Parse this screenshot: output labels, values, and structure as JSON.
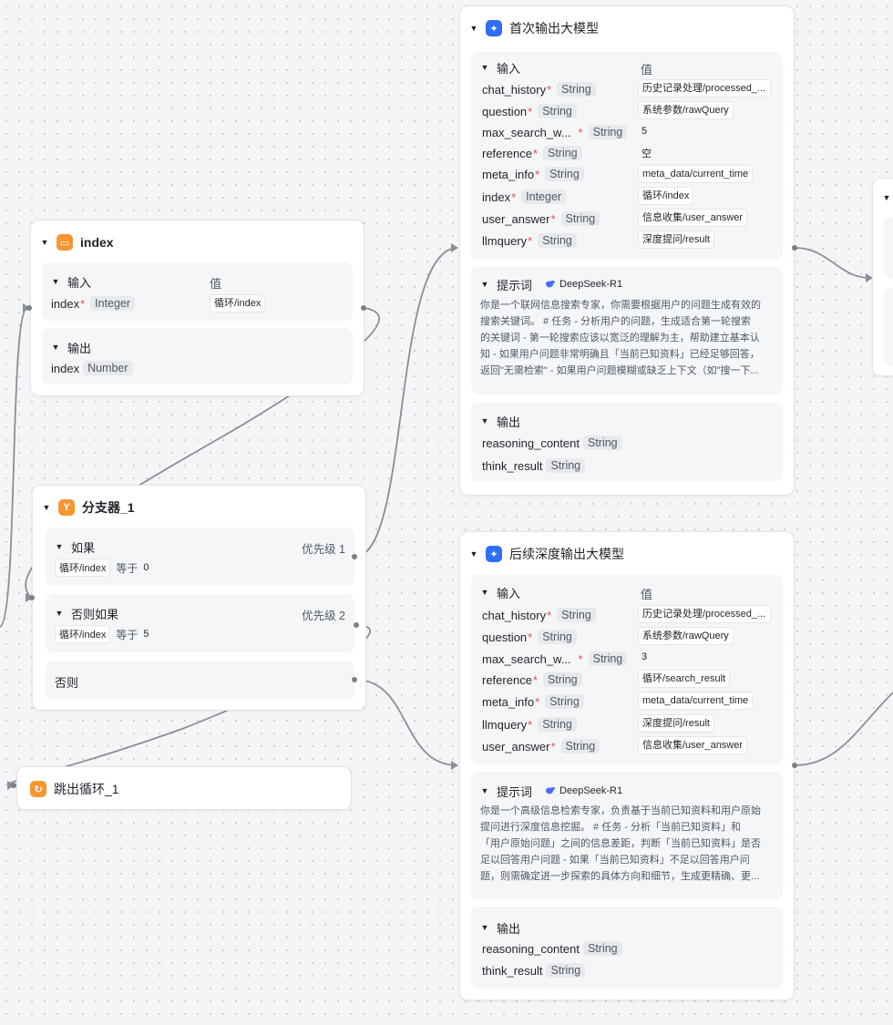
{
  "nodes": {
    "index": {
      "title": "index",
      "input": {
        "label": "输入",
        "value_header": "值",
        "params": [
          {
            "name": "index",
            "type": "Integer",
            "value": "循环/index"
          }
        ]
      },
      "output": {
        "label": "输出",
        "params": [
          {
            "name": "index",
            "type": "Number"
          }
        ]
      }
    },
    "branch": {
      "title": "分支器_1",
      "if": {
        "label": "如果",
        "priority": "优先级 1",
        "var": "循环/index",
        "op": "等于",
        "value": "0"
      },
      "elif": {
        "label": "否则如果",
        "priority": "优先级 2",
        "var": "循环/index",
        "op": "等于",
        "value": "5"
      },
      "else": {
        "label": "否则"
      }
    },
    "break_loop": {
      "title": "跳出循环_1"
    },
    "llm1": {
      "title": "首次输出大模型",
      "input": {
        "label": "输入",
        "value_header": "值",
        "params": [
          {
            "name": "chat_history",
            "type": "String",
            "value": "历史记录处理/processed_..."
          },
          {
            "name": "question",
            "type": "String",
            "value": "系统参数/rawQuery"
          },
          {
            "name": "max_search_w...",
            "type": "String",
            "value": "5"
          },
          {
            "name": "reference",
            "type": "String",
            "value": "空"
          },
          {
            "name": "meta_info",
            "type": "String",
            "value": "meta_data/current_time"
          },
          {
            "name": "index",
            "type": "Integer",
            "value": "循环/index"
          },
          {
            "name": "user_answer",
            "type": "String",
            "value": "信息收集/user_answer"
          },
          {
            "name": "llmquery",
            "type": "String",
            "value": "深度提问/result"
          }
        ]
      },
      "prompt": {
        "label": "提示词",
        "model": "DeepSeek-R1",
        "lines": [
          "你是一个联网信息搜索专家，你需要根据用户的问题生成有效的",
          "搜索关键词。 # 任务 - 分析用户的问题，生成适合第一轮搜索",
          "的关键词 - 第一轮搜索应该以宽泛的理解为主，帮助建立基本认",
          "知 - 如果用户问题非常明确且「当前已知资料」已经足够回答，",
          "返回\"无需检索\" - 如果用户问题模糊或缺乏上下文（如\"搜一下..."
        ]
      },
      "output": {
        "label": "输出",
        "params": [
          {
            "name": "reasoning_content",
            "type": "String"
          },
          {
            "name": "think_result",
            "type": "String"
          }
        ]
      }
    },
    "llm2": {
      "title": "后续深度输出大模型",
      "input": {
        "label": "输入",
        "value_header": "值",
        "params": [
          {
            "name": "chat_history",
            "type": "String",
            "value": "历史记录处理/processed_..."
          },
          {
            "name": "question",
            "type": "String",
            "value": "系统参数/rawQuery"
          },
          {
            "name": "max_search_w...",
            "type": "String",
            "value": "3"
          },
          {
            "name": "reference",
            "type": "String",
            "value": "循环/search_result"
          },
          {
            "name": "meta_info",
            "type": "String",
            "value": "meta_data/current_time"
          },
          {
            "name": "llmquery",
            "type": "String",
            "value": "深度提问/result"
          },
          {
            "name": "user_answer",
            "type": "String",
            "value": "信息收集/user_answer"
          }
        ]
      },
      "prompt": {
        "label": "提示词",
        "model": "DeepSeek-R1",
        "lines": [
          "你是一个高级信息检索专家，负责基于当前已知资料和用户原始",
          "提问进行深度信息挖掘。 # 任务 - 分析「当前已知资料」和",
          "「用户原始问题」之间的信息差距，判断「当前已知资料」是否",
          "足以回答用户问题 - 如果「当前已知资料」不足以回答用户问",
          "题，则需确定进一步探索的具体方向和细节，生成更精确、更..."
        ]
      },
      "output": {
        "label": "输出",
        "params": [
          {
            "name": "reasoning_content",
            "type": "String"
          },
          {
            "name": "think_result",
            "type": "String"
          }
        ]
      }
    }
  },
  "colors": {
    "accent_blue": "#2f6ef6",
    "accent_orange": "#f7962f",
    "required": "#f54a45"
  }
}
